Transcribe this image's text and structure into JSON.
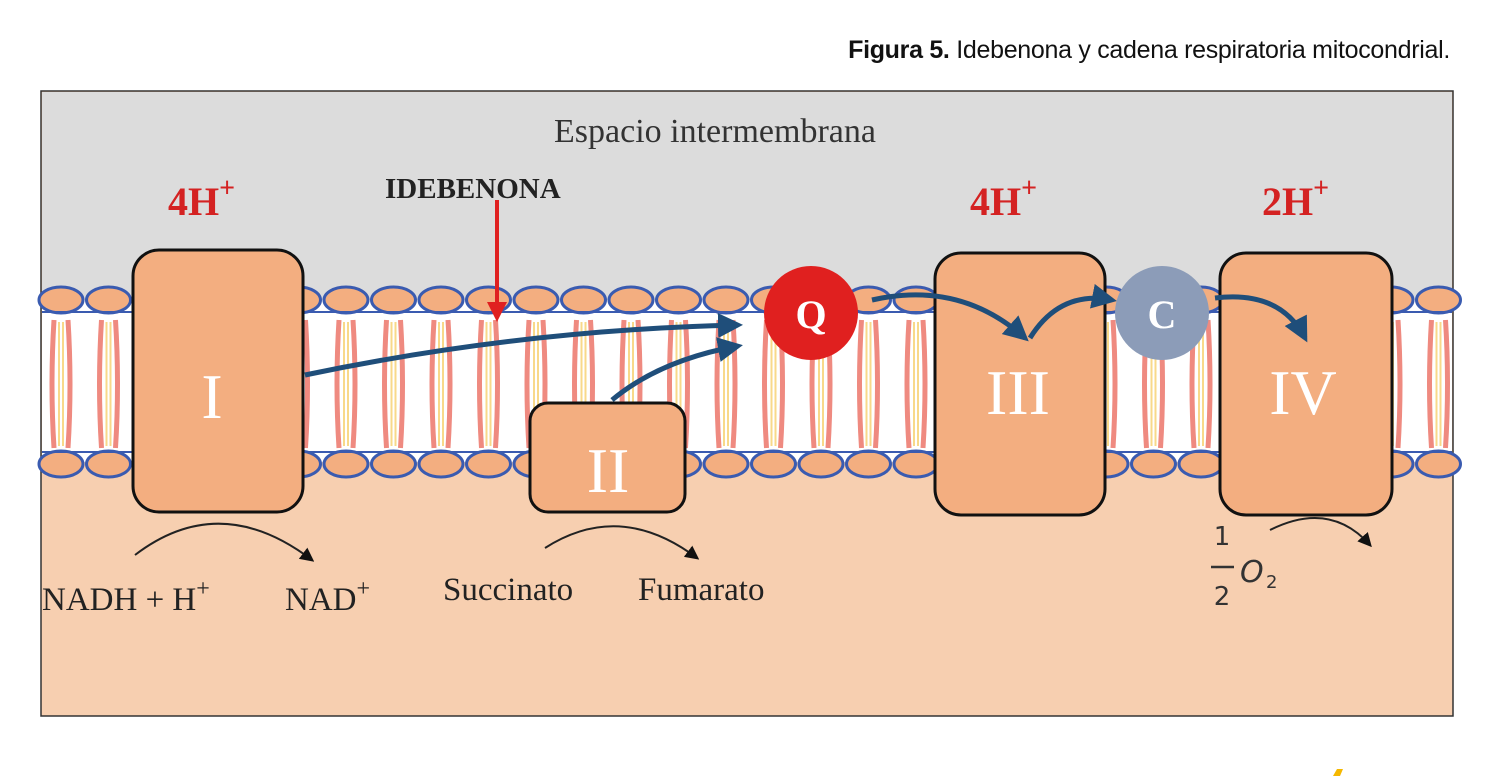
{
  "caption": {
    "label": "Figura 5.",
    "text": " Idebenona y cadena respiratoria mitocondrial."
  },
  "diagram": {
    "region_label": "Espacio intermembrana",
    "drug_label": "IDEBENONA",
    "proton_labels": [
      "4H",
      "4H",
      "2H"
    ],
    "proton_sup": "+",
    "complexes": [
      "I",
      "II",
      "III",
      "IV"
    ],
    "carriers": {
      "q": "Q",
      "c": "C"
    },
    "substrates": {
      "nadh": "NADH + H",
      "nad": "NAD",
      "succinato": "Succinato",
      "fumarato": "Fumarato",
      "half_num": "1",
      "half_den": "2",
      "oxygen": "O",
      "oxygen_sub": "2"
    },
    "colors": {
      "membrane_blue": "#3a5bb0",
      "protein": "#f3ae80",
      "q": "#e0201f",
      "c": "#8c9cb8",
      "arrow": "#1f4e7a",
      "red_text": "#d42222"
    }
  }
}
